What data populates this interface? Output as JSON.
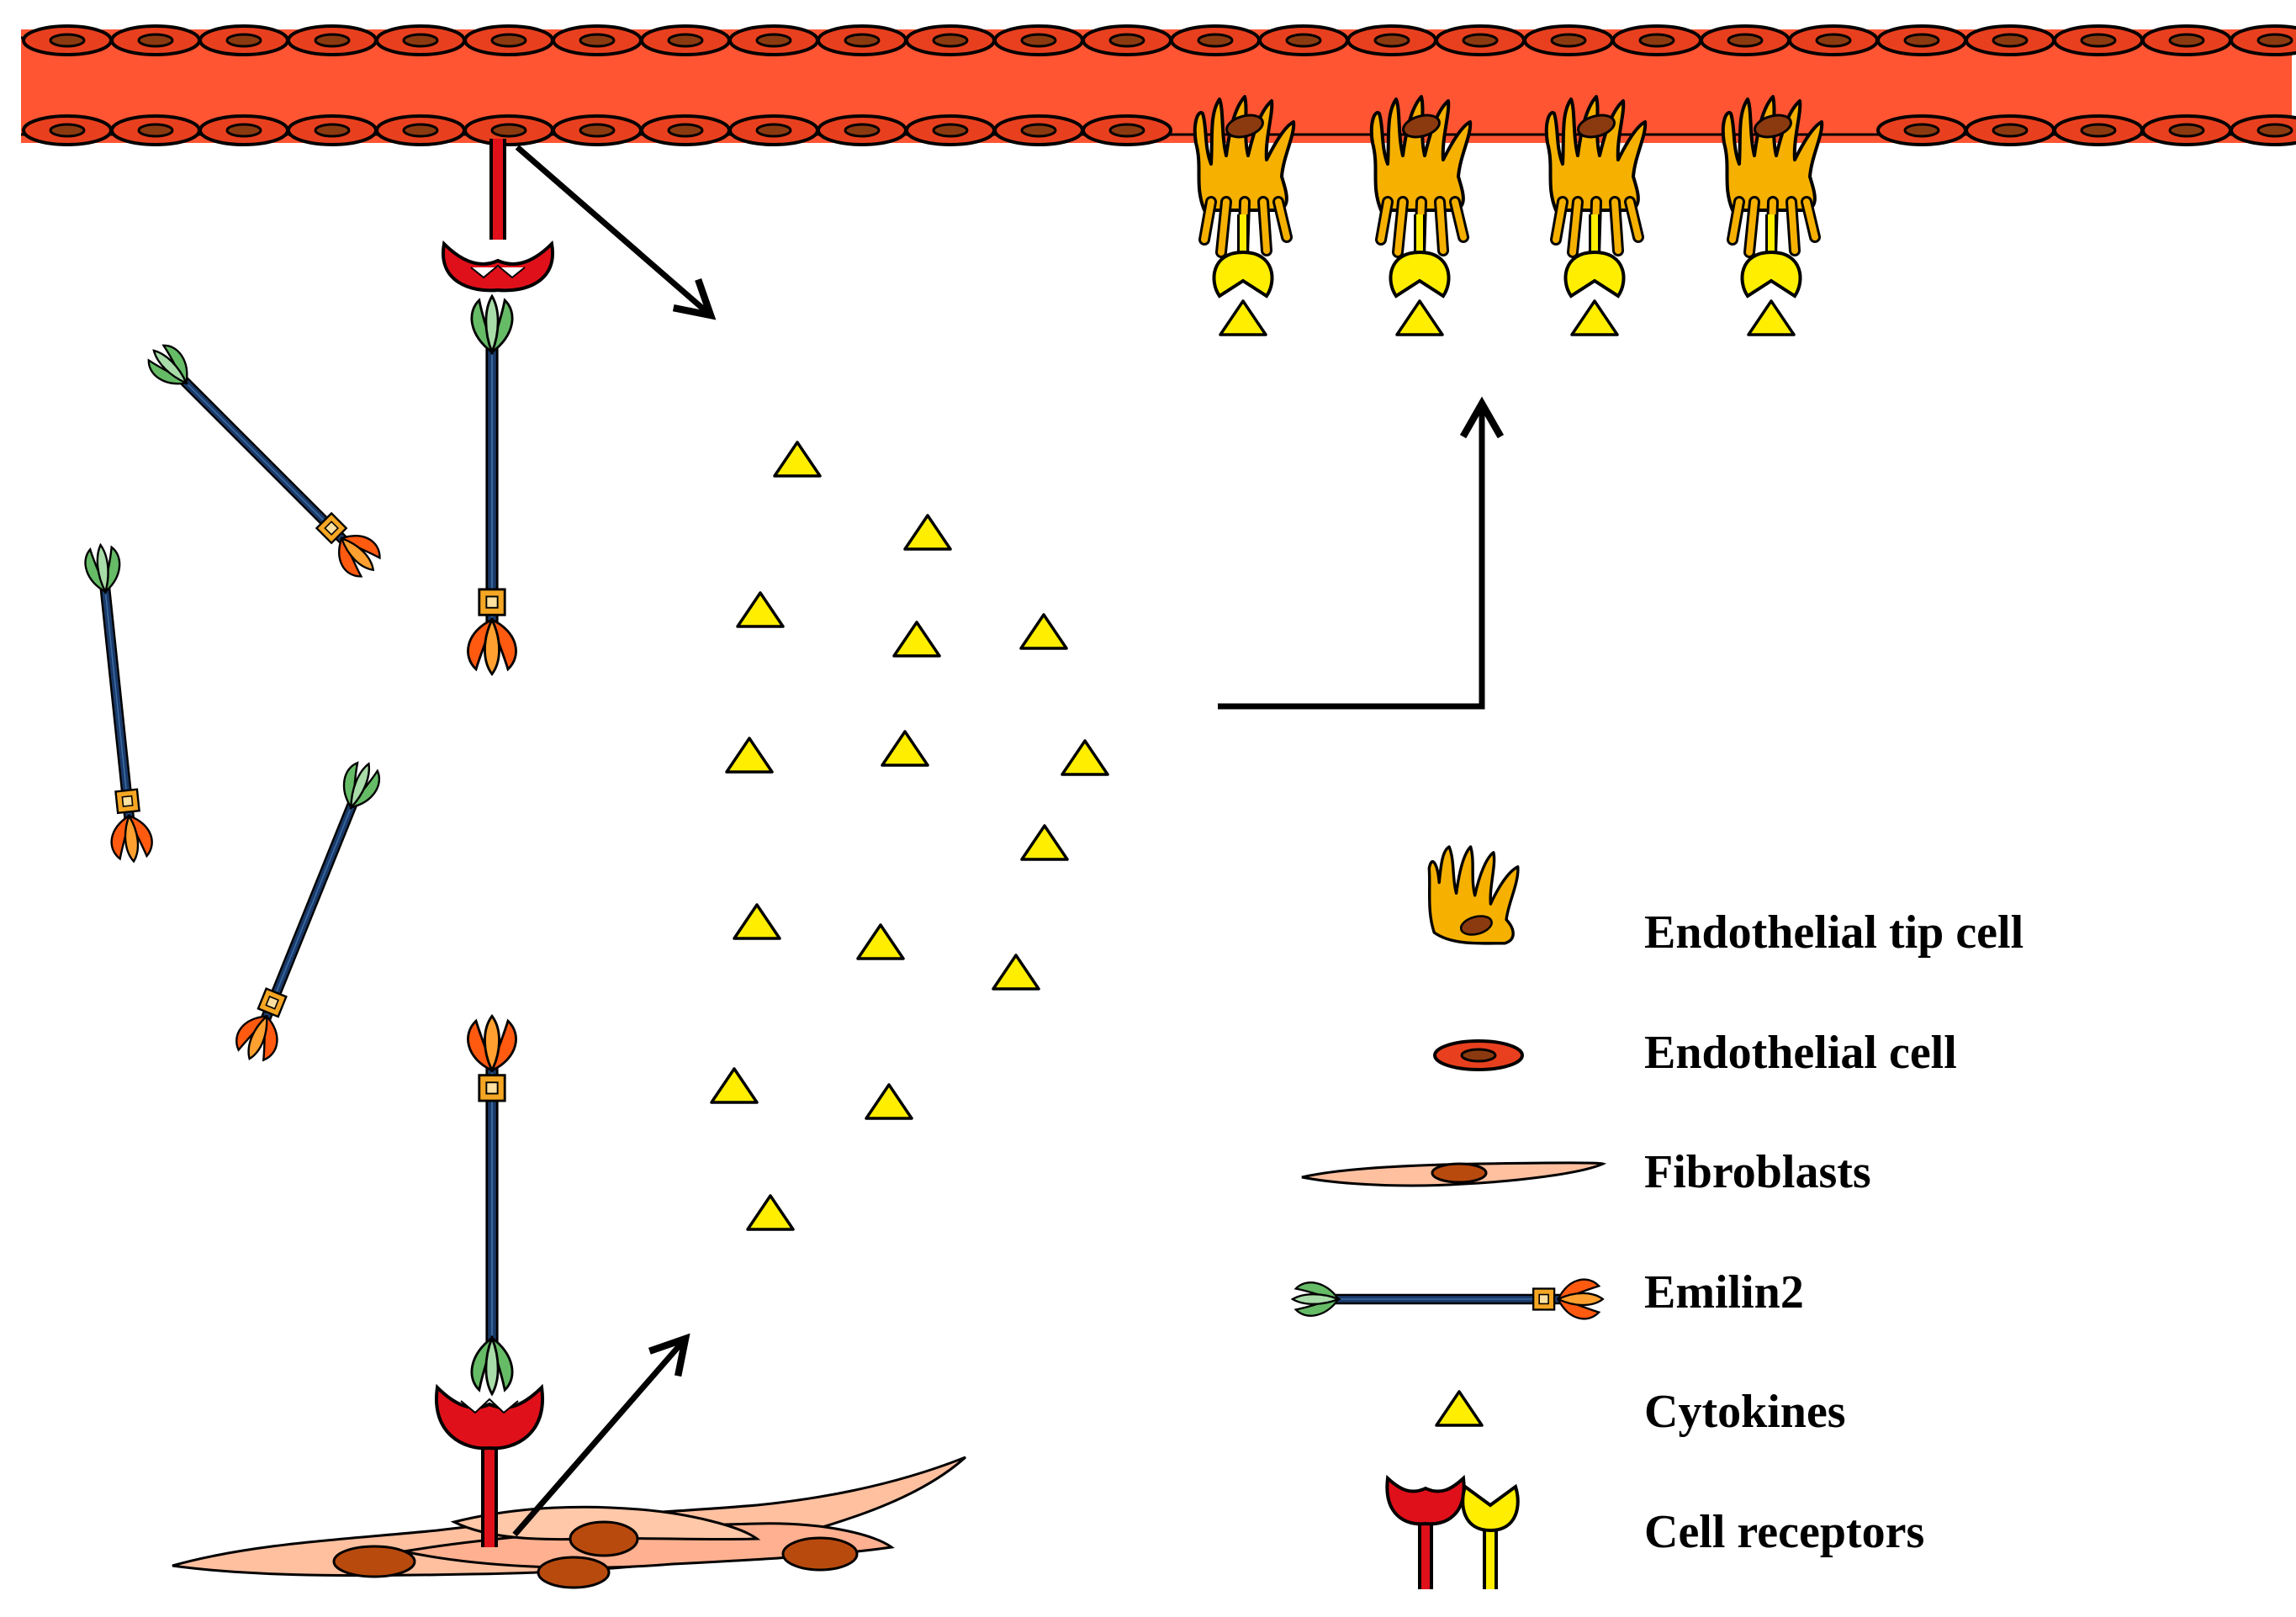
{
  "legend": {
    "items": [
      {
        "key": "tip-cell",
        "label": "Endothelial tip cell"
      },
      {
        "key": "endothelial-cell",
        "label": "Endothelial cell"
      },
      {
        "key": "fibroblast",
        "label": "Fibroblasts"
      },
      {
        "key": "emilin2",
        "label": "Emilin2"
      },
      {
        "key": "cytokine",
        "label": "Cytokines"
      },
      {
        "key": "receptor",
        "label": "Cell receptors"
      }
    ]
  },
  "colors": {
    "vessel": "#ff5533",
    "endothelial_cell": "#e8401e",
    "nucleus": "#8b3a10",
    "tip_cell": "#f5b000",
    "cytokine": "#ffee00",
    "receptor_red": "#e0101a",
    "receptor_yellow": "#ffee00",
    "emilin_rod": "#1a3a6a",
    "emilin_green": "#66bb66",
    "emilin_orange": "#ff7a1a",
    "fibroblast": "#ffc0a0",
    "fibroblast_nucleus": "#b84a0e"
  }
}
